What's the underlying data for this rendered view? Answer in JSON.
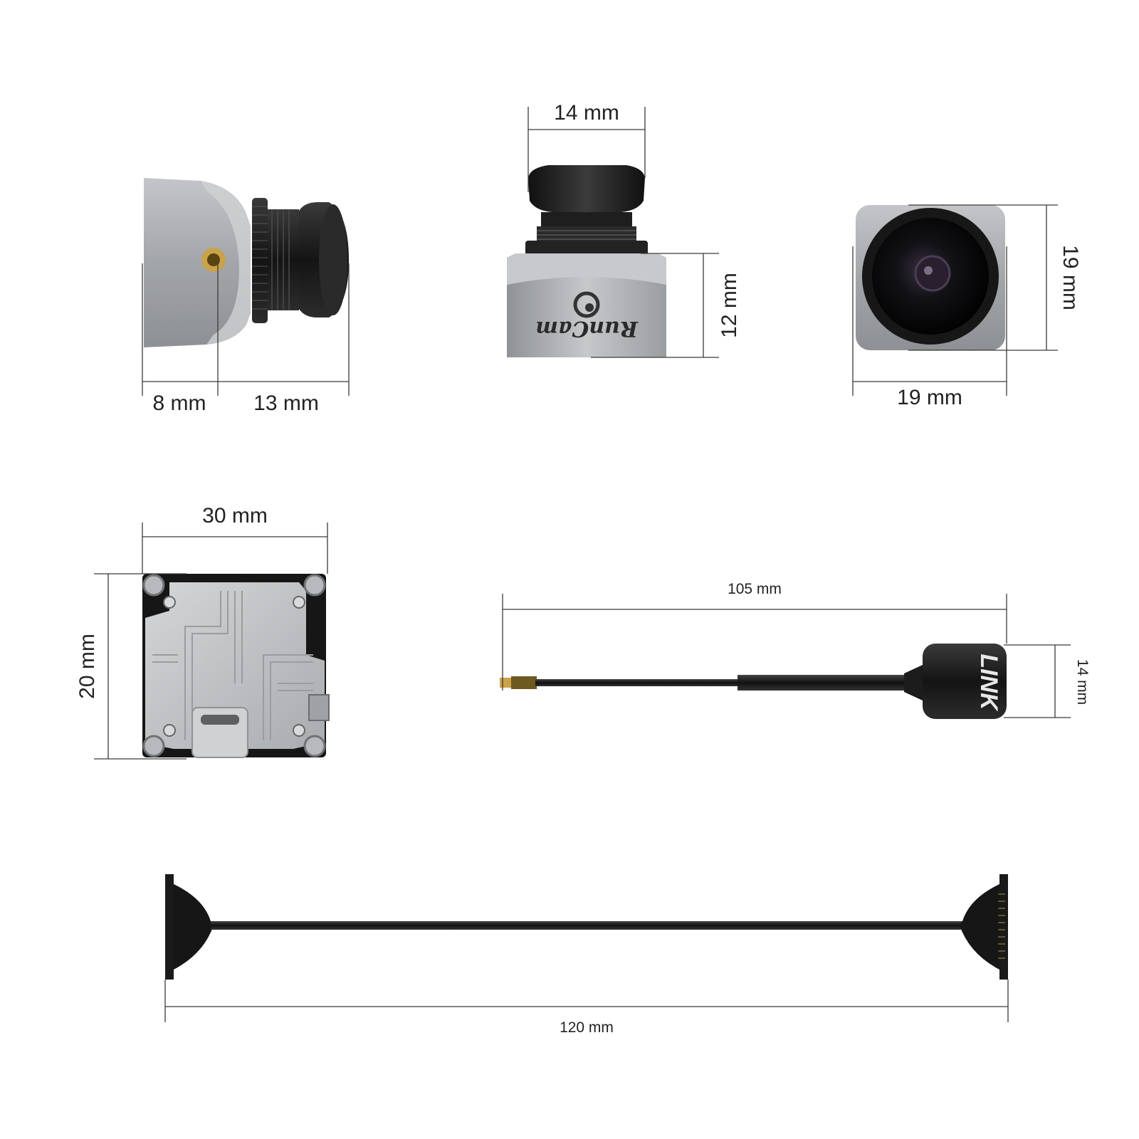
{
  "dimensions": {
    "camera_side_offset": "8 mm",
    "camera_side_length": "13 mm",
    "camera_top_width": "14 mm",
    "camera_top_height": "12 mm",
    "camera_front_height": "19 mm",
    "camera_front_width": "19 mm",
    "vtx_width": "30 mm",
    "vtx_height": "20 mm",
    "antenna_length": "105 mm",
    "antenna_head": "14 mm",
    "cable_length": "120 mm"
  },
  "branding": {
    "camera_logo": "RunCam",
    "antenna_logo": "LINK"
  },
  "colors": {
    "housing": "#a9abae",
    "housing_dark": "#7d8084",
    "lens": "#1b1b1b",
    "brass": "#c9a24a",
    "dimension_line": "#3a3a3a"
  }
}
